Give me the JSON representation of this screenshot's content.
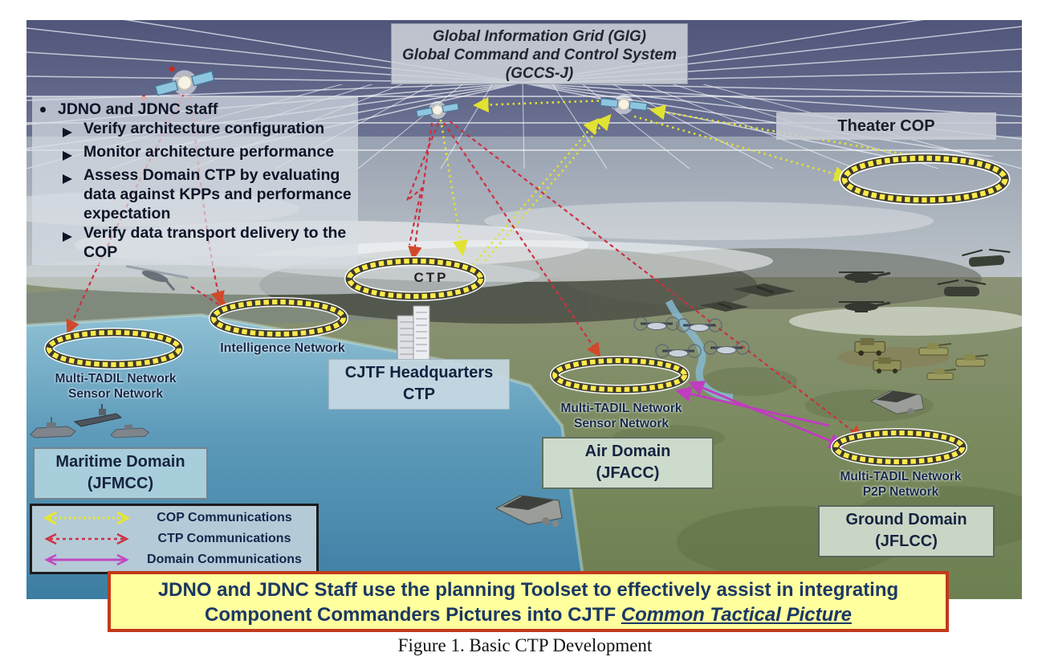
{
  "figure": {
    "caption": "Figure 1.  Basic CTP Development"
  },
  "gig_banner": {
    "line1": "Global Information Grid (GIG)",
    "line2": "Global Command and Control System",
    "line3": "(GCCS-J)"
  },
  "staff_notes": {
    "bullet": "JDNO and JDNC staff",
    "items": [
      "Verify architecture configuration",
      "Monitor architecture performance",
      "Assess Domain CTP by evaluating data against KPPs and performance expectation",
      "Verify data transport delivery to the COP"
    ]
  },
  "network_labels": {
    "theater_cop": "Theater COP",
    "ctp_ring": "CTP",
    "intelligence": "Intelligence Network",
    "maritime_tadil_line1": "Multi-TADIL Network",
    "maritime_tadil_line2": "Sensor Network",
    "air_tadil_line1": "Multi-TADIL Network",
    "air_tadil_line2": "Sensor Network",
    "ground_tadil_line1": "Multi-TADIL Network",
    "ground_tadil_line2": "P2P Network",
    "cjtf_line1": "CJTF Headquarters",
    "cjtf_line2": "CTP"
  },
  "domain_boxes": {
    "maritime_line1": "Maritime Domain",
    "maritime_line2": "(JFMCC)",
    "air_line1": "Air Domain",
    "air_line2": "(JFACC)",
    "ground_line1": "Ground Domain",
    "ground_line2": "(JFLCC)"
  },
  "legend": {
    "items": [
      {
        "label": "COP Communications",
        "color": "#e6e62e",
        "style": "dotted"
      },
      {
        "label": "CTP Communications",
        "color": "#cc3344",
        "style": "dashed"
      },
      {
        "label": "Domain Communications",
        "color": "#c03cc0",
        "style": "solid"
      }
    ]
  },
  "banner": {
    "line1": "JDNO and JDNC Staff use the planning Toolset to effectively assist in integrating",
    "line2_prefix": "Component Commanders Pictures into CJTF ",
    "line2_emphasis": "Common Tactical Picture"
  },
  "colors": {
    "cop_comm": "#e6e62e",
    "ctp_comm": "#cc3344",
    "domain_comm": "#c03cc0",
    "ring_yellow": "#ffe94a",
    "banner_bg": "#ffff9e",
    "banner_border": "#c03a1a",
    "banner_text": "#1b3864"
  }
}
